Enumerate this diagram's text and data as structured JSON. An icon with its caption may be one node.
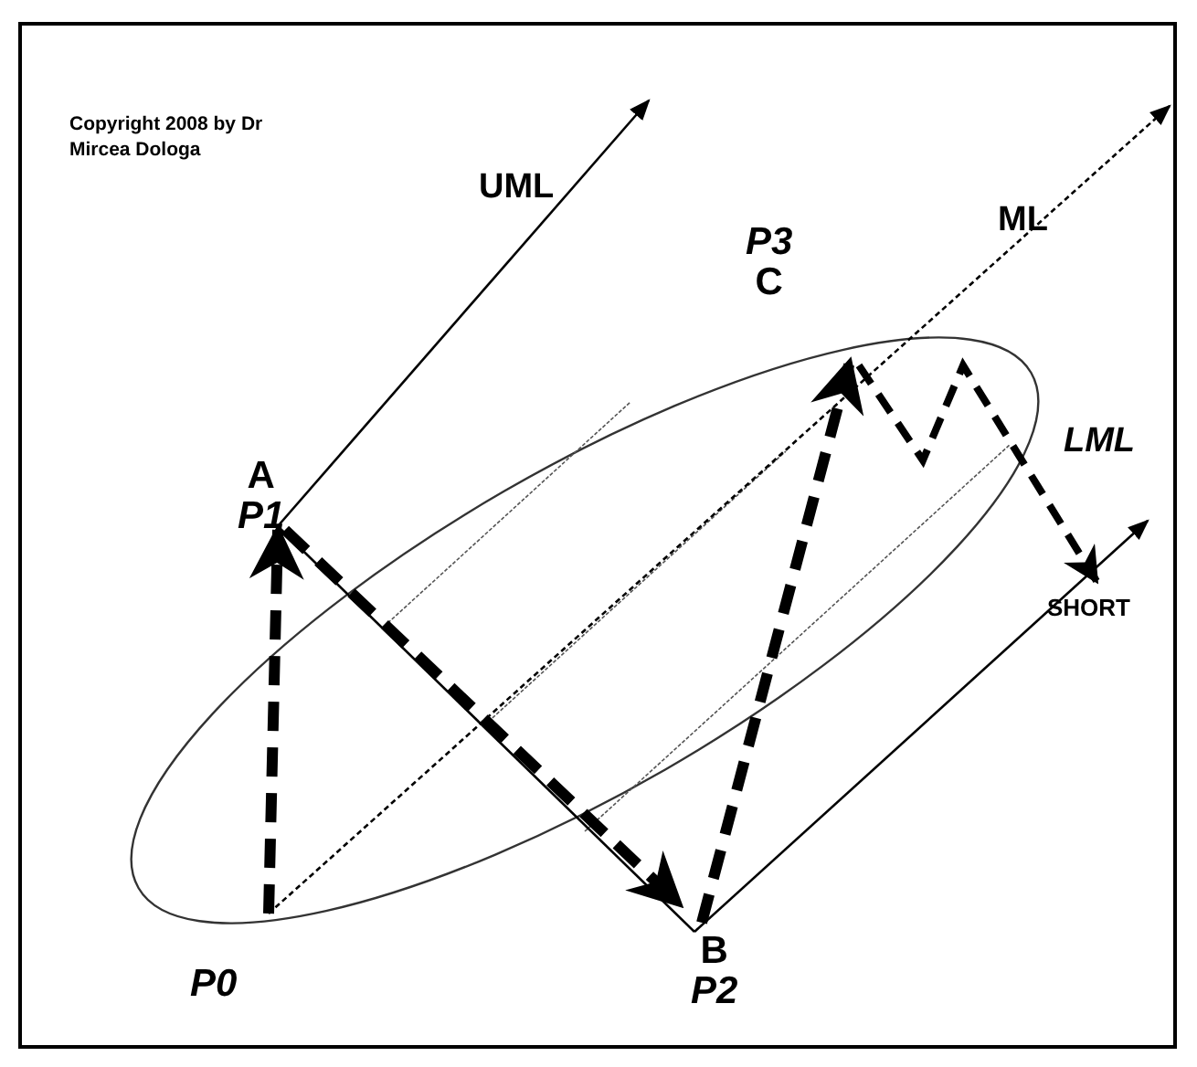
{
  "diagram": {
    "nodes": [
      {
        "text": [
          "P0"
        ]
      },
      {
        "text": [
          "A",
          "P1"
        ]
      },
      {
        "text": [
          "B",
          "P2"
        ]
      },
      {
        "text": [
          "P3",
          "C"
        ]
      },
      {
        "text": [
          "SHORT"
        ]
      }
    ],
    "edges": [
      {
        "from": 0,
        "to": 1,
        "arrow": "to",
        "style": "dashed"
      },
      {
        "from": 1,
        "to": 2,
        "arrow": "to",
        "style": "dashed"
      },
      {
        "from": 2,
        "to": 3,
        "arrow": "to",
        "style": "dashed"
      },
      {
        "from": 3,
        "to": 4,
        "arrow": "to",
        "style": "dashed"
      },
      {
        "from": 1,
        "to": 2,
        "arrow": "none"
      },
      {
        "from": 1,
        "to": null,
        "arrow": "to",
        "label": "UML"
      },
      {
        "from": 0,
        "to": null,
        "arrow": "to",
        "label": "ML",
        "style": "dashed"
      },
      {
        "from": 2,
        "to": null,
        "arrow": "to",
        "label": "LML"
      }
    ],
    "labels": [
      "Copyright 2008 by Dr Mircea Dologa"
    ]
  }
}
